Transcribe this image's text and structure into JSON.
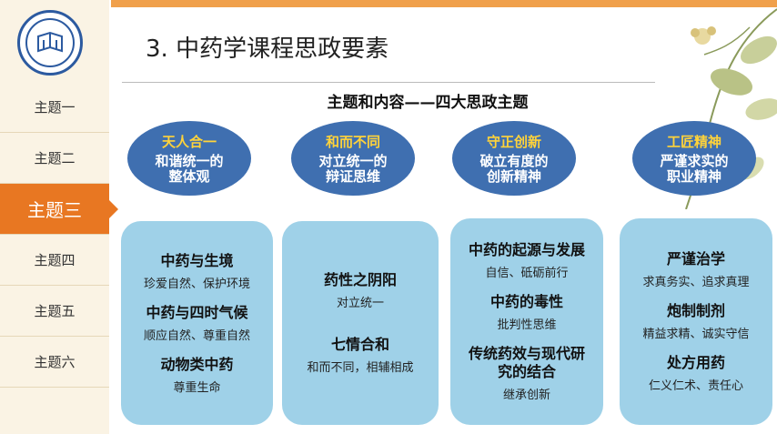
{
  "sidebar": {
    "items": [
      {
        "label": "主题一"
      },
      {
        "label": "主题二"
      },
      {
        "label": "主题三"
      },
      {
        "label": "主题四"
      },
      {
        "label": "主题五"
      },
      {
        "label": "主题六"
      }
    ],
    "active_index": 2
  },
  "header": {
    "title": "3. 中药学课程思政要素",
    "subtitle": "主题和内容——四大思政主题"
  },
  "colors": {
    "accent_orange": "#e87722",
    "oval_blue": "#3f6fb0",
    "oval_heading": "#ffd33a",
    "box_blue": "#9fd1e8",
    "sidebar_bg": "#faf3e4"
  },
  "columns": [
    {
      "oval": {
        "heading": "天人合一",
        "line1": "和谐统一的",
        "line2": "整体观"
      },
      "entries": [
        {
          "title": "中药与生境",
          "subtitle": "珍爱自然、保护环境"
        },
        {
          "title": "中药与四时气候",
          "subtitle": "顺应自然、尊重自然"
        },
        {
          "title": "动物类中药",
          "subtitle": "尊重生命"
        }
      ]
    },
    {
      "oval": {
        "heading": "和而不同",
        "line1": "对立统一的",
        "line2": "辩证思维"
      },
      "entries": [
        {
          "title": "药性之阴阳",
          "subtitle": "对立统一"
        },
        {
          "title": "七情合和",
          "subtitle": "和而不同，相辅相成"
        }
      ]
    },
    {
      "oval": {
        "heading": "守正创新",
        "line1": "破立有度的",
        "line2": "创新精神"
      },
      "entries": [
        {
          "title": "中药的起源与发展",
          "subtitle": "自信、砥砺前行"
        },
        {
          "title": "中药的毒性",
          "subtitle": "批判性思维"
        },
        {
          "title": "传统药效与现代研究的结合",
          "subtitle": "继承创新"
        }
      ]
    },
    {
      "oval": {
        "heading": "工匠精神",
        "line1": "严谨求实的",
        "line2": "职业精神"
      },
      "entries": [
        {
          "title": "严谨治学",
          "subtitle": "求真务实、追求真理"
        },
        {
          "title": "炮制制剂",
          "subtitle": "精益求精、诚实守信"
        },
        {
          "title": "处方用药",
          "subtitle": "仁义仁术、责任心"
        }
      ]
    }
  ]
}
